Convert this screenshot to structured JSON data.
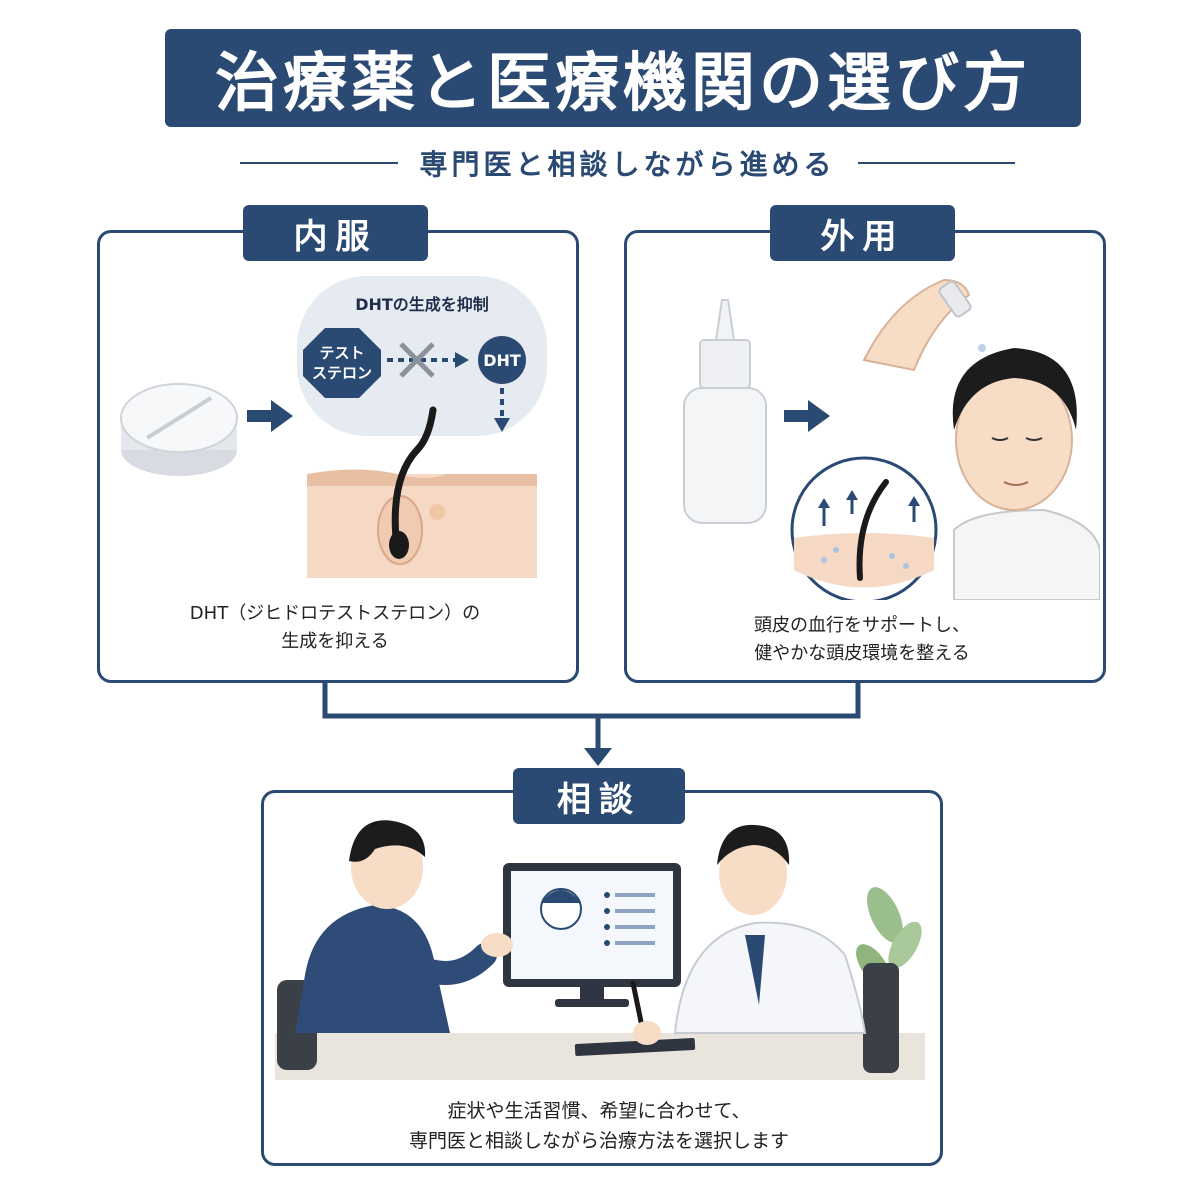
{
  "header": {
    "title": "治療薬と医療機関の選び方",
    "subtitle": "専門医と相談しながら進める"
  },
  "oral": {
    "tab_label": "内服",
    "diagram_title": "DHTの生成を抑制",
    "testosterone_label_line1": "テスト",
    "testosterone_label_line2": "ステロン",
    "dht_label": "DHT",
    "caption_line1": "DHT（ジヒドロテストステロン）の",
    "caption_line2": "生成を抑える"
  },
  "topical": {
    "tab_label": "外用",
    "caption_line1": "頭皮の血行をサポートし、",
    "caption_line2": "健やかな頭皮環境を整える"
  },
  "consult": {
    "tab_label": "相談",
    "caption_line1": "症状や生活習慣、希望に合わせて、",
    "caption_line2": "専門医と相談しながら治療方法を選択します"
  },
  "colors": {
    "navy": "#2b4a73",
    "skin": "#f5d9c4",
    "bubble": "#e6ebf2"
  }
}
